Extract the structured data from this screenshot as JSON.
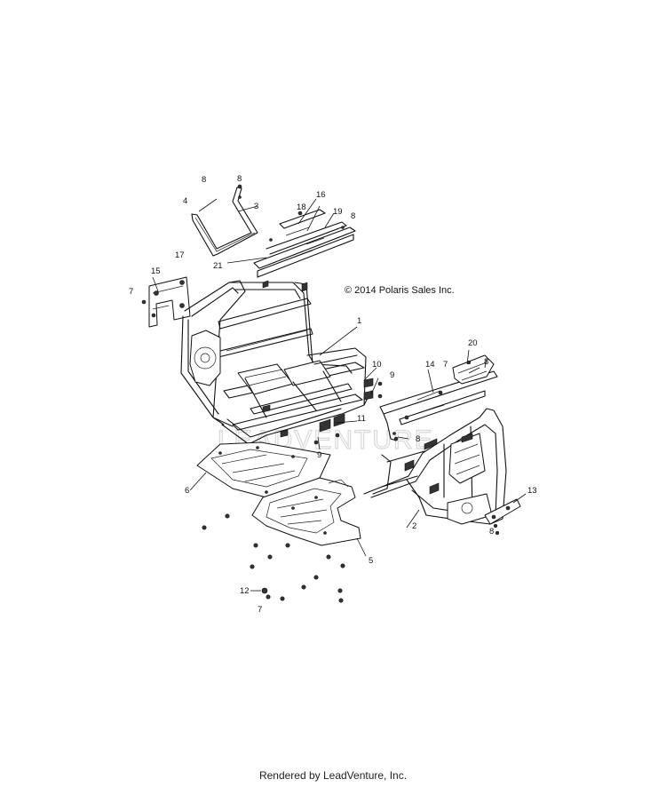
{
  "copyright": "© 2014 Polaris Sales Inc.",
  "watermark": "LEADVENTURE",
  "footer": "Rendered by LeadVenture, Inc.",
  "callouts": {
    "c8a": "8",
    "c8b": "8",
    "c4": "4",
    "c3": "3",
    "c16": "16",
    "c18": "18",
    "c19": "19",
    "c8c": "8",
    "c21": "21",
    "c17": "17",
    "c15": "15",
    "c7a": "7",
    "c1": "1",
    "c10": "10",
    "c9a": "9",
    "c11": "11",
    "c9b": "9",
    "c20": "20",
    "c14": "14",
    "c7b": "7",
    "c8d": "8",
    "c8e": "8",
    "c6": "6",
    "c13": "13",
    "c2": "2",
    "c8f": "8",
    "c5": "5",
    "c12": "12",
    "c7c": "7"
  }
}
